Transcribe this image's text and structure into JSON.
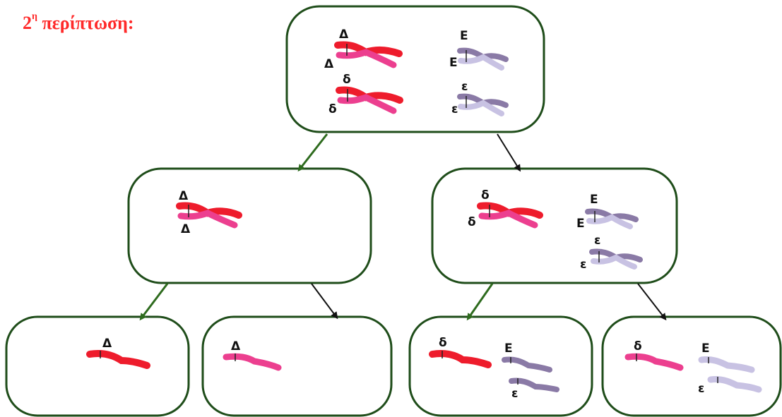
{
  "title": {
    "number": "2",
    "sup": "η",
    "text": "περίπτωση:"
  },
  "colors": {
    "cell_border": "#1f4d1a",
    "arrow_green": "#2e6b1e",
    "arrow_black": "#111111",
    "red": "#ee1c2c",
    "pink": "#ec3f8f",
    "purple_dark": "#8a7aa6",
    "purple_light": "#c8c2e3"
  },
  "cells": {
    "top": {
      "labels": [
        "Δ",
        "Δ",
        "δ",
        "δ",
        "Ε",
        "Ε",
        "ε",
        "ε"
      ]
    },
    "mid_left": {
      "labels": [
        "Δ",
        "Δ"
      ]
    },
    "mid_right": {
      "labels": [
        "δ",
        "δ",
        "Ε",
        "Ε",
        "ε",
        "ε"
      ]
    },
    "bottom_1": {
      "labels": [
        "Δ"
      ]
    },
    "bottom_2": {
      "labels": [
        "Δ"
      ]
    },
    "bottom_3": {
      "labels": [
        "δ",
        "Ε",
        "ε"
      ]
    },
    "bottom_4": {
      "labels": [
        "δ",
        "Ε",
        "ε"
      ]
    }
  }
}
